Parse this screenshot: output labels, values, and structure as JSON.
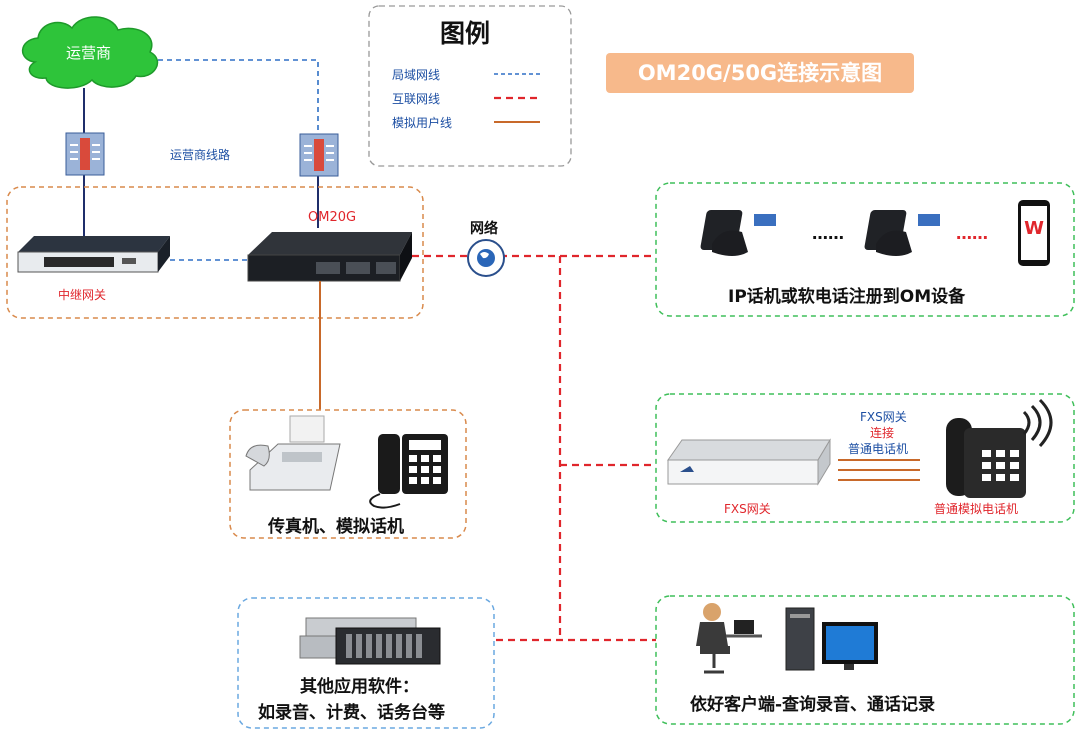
{
  "title": "OM20G/50G连接示意图",
  "legend": {
    "heading": "图例",
    "items": [
      {
        "label": "局域网线",
        "line_color": "#2e6fc5",
        "style": "dotted"
      },
      {
        "label": "互联网线",
        "line_color": "#e0262c",
        "style": "dashed"
      },
      {
        "label": "模拟用户线",
        "line_color": "#c8692a",
        "style": "solid"
      }
    ]
  },
  "cloud_label": "运营商",
  "carrier_line_label": "运营商线路",
  "trunk_gateway_label": "中继网关",
  "om20g_label": "OM20G",
  "network_label": "网络",
  "ip_phones": {
    "ellipsis1": "……",
    "ellipsis2": "……",
    "caption": "IP话机或软电话注册到OM设备"
  },
  "fxs": {
    "note_line1": "FXS网关",
    "note_line2": "连接",
    "note_line3": "普通电话机",
    "gateway_label": "FXS网关",
    "phone_label": "普通模拟电话机"
  },
  "fax_box_caption": "传真机、模拟话机",
  "apps_caption_line1": "其他应用软件：",
  "apps_caption_line2": "如录音、计费、话务台等",
  "client_caption": "依好客户端-查询录音、通话记录",
  "colors": {
    "lan": "#2e6fc5",
    "internet": "#e0262c",
    "analog": "#c8692a",
    "box_orange": "#d98a4c",
    "box_green": "#3fbf5a",
    "box_blue": "#6aa8e0",
    "badge": "#f7b98b"
  }
}
